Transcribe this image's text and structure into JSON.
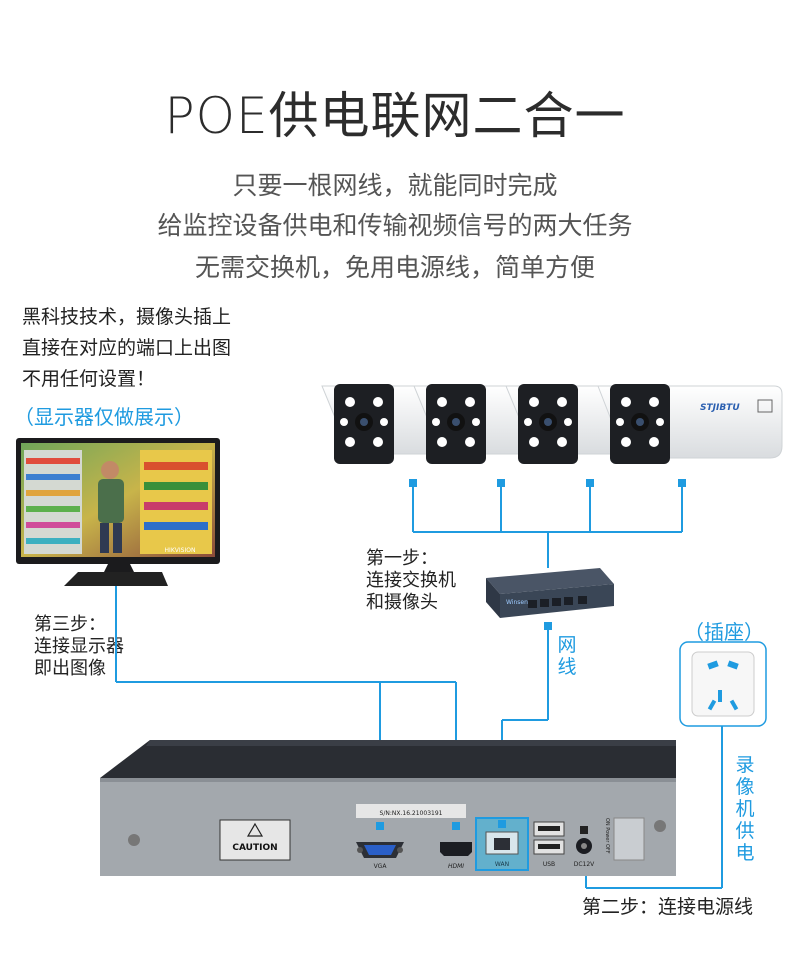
{
  "title": "POE供电联网二合一",
  "subtitle_lines": [
    "只要一根网线，就能同时完成",
    "给监控设备供电和传输视频信号的两大任务",
    "无需交换机，免用电源线，简单方便"
  ],
  "left_note": [
    "黑科技技术，摄像头插上",
    "直接在对应的端口上出图",
    "不用任何设置！"
  ],
  "monitor_note": "（显示器仅做展示）",
  "monitor_brand": "HIKVISION",
  "camera_brand": "STJIBTU",
  "step1": [
    "第一步：",
    "连接交换机",
    "和摄像头"
  ],
  "step2": "第二步：连接电源线",
  "step3": [
    "第三步：",
    "连接显示器",
    "即出图像"
  ],
  "cable_label": [
    "网",
    "线"
  ],
  "socket_label": "（插座）",
  "nvr_power_label": [
    "录",
    "像",
    "机",
    "供",
    "电"
  ],
  "switch_brand": "Winsence",
  "nvr_ports": {
    "vga": "VGA",
    "hdmi": "HDMI",
    "wan": "WAN",
    "usb": "USB",
    "dc": "DC12V",
    "caution": "CAUTION",
    "serial": "S/N:NX.16.21003191",
    "power": "ON Power OFF"
  },
  "colors": {
    "line": "#1f9be0",
    "accent": "#1f9be0",
    "device_dark": "#2a2d33",
    "device_panel": "#a3a8ad"
  }
}
